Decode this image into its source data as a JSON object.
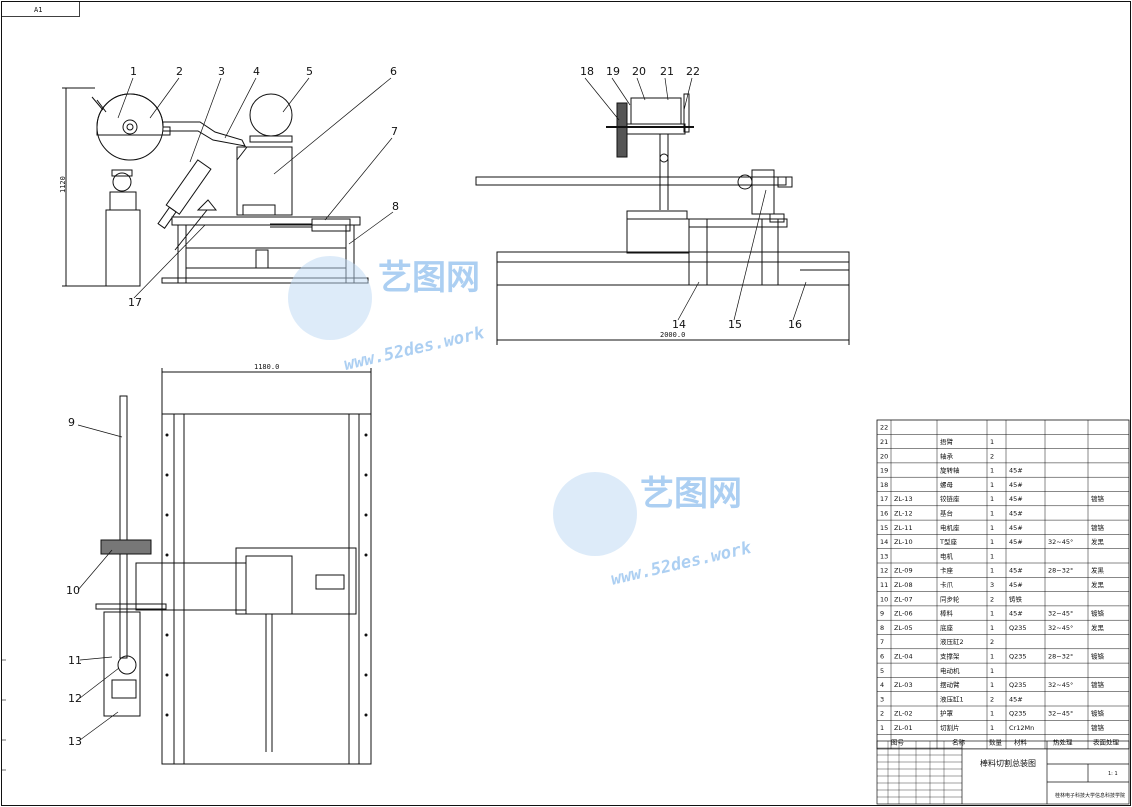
{
  "sheet": {
    "size_label": "A1",
    "overall_height": "1120",
    "overall_length": "2000.0",
    "plan_width": "1180.0"
  },
  "balloons": [
    "1",
    "2",
    "3",
    "4",
    "5",
    "6",
    "7",
    "8",
    "9",
    "10",
    "11",
    "12",
    "13",
    "14",
    "15",
    "16",
    "17",
    "18",
    "19",
    "20",
    "21",
    "22"
  ],
  "parts_list": {
    "rows": [
      {
        "no": "22",
        "code": "",
        "name": "",
        "qty": "",
        "material": "",
        "heat": "",
        "surface": ""
      },
      {
        "no": "21",
        "code": "",
        "name": "捂臂",
        "qty": "1",
        "material": "",
        "heat": "",
        "surface": ""
      },
      {
        "no": "20",
        "code": "",
        "name": "轴承",
        "qty": "2",
        "material": "",
        "heat": "",
        "surface": ""
      },
      {
        "no": "19",
        "code": "",
        "name": "旋转轴",
        "qty": "1",
        "material": "45#",
        "heat": "",
        "surface": ""
      },
      {
        "no": "18",
        "code": "",
        "name": "螺母",
        "qty": "1",
        "material": "45#",
        "heat": "",
        "surface": ""
      },
      {
        "no": "17",
        "code": "ZL-13",
        "name": "铰链座",
        "qty": "1",
        "material": "45#",
        "heat": "",
        "surface": "镀铬"
      },
      {
        "no": "16",
        "code": "ZL-12",
        "name": "基台",
        "qty": "1",
        "material": "45#",
        "heat": "",
        "surface": ""
      },
      {
        "no": "15",
        "code": "ZL-11",
        "name": "电机座",
        "qty": "1",
        "material": "45#",
        "heat": "",
        "surface": "镀铬"
      },
      {
        "no": "14",
        "code": "ZL-10",
        "name": "T型座",
        "qty": "1",
        "material": "45#",
        "heat": "32~45°",
        "surface": "发黑"
      },
      {
        "no": "13",
        "code": "",
        "name": "电机",
        "qty": "1",
        "material": "",
        "heat": "",
        "surface": ""
      },
      {
        "no": "12",
        "code": "ZL-09",
        "name": "卡座",
        "qty": "1",
        "material": "45#",
        "heat": "28~32°",
        "surface": "发黑"
      },
      {
        "no": "11",
        "code": "ZL-08",
        "name": "卡爪",
        "qty": "3",
        "material": "45#",
        "heat": "",
        "surface": "发黑"
      },
      {
        "no": "10",
        "code": "ZL-07",
        "name": "同步轮",
        "qty": "2",
        "material": "铸铁",
        "heat": "",
        "surface": ""
      },
      {
        "no": "9",
        "code": "ZL-06",
        "name": "棒料",
        "qty": "1",
        "material": "45#",
        "heat": "32~45°",
        "surface": "镀铬"
      },
      {
        "no": "8",
        "code": "ZL-05",
        "name": "底座",
        "qty": "1",
        "material": "Q235",
        "heat": "32~45°",
        "surface": "发黑"
      },
      {
        "no": "7",
        "code": "",
        "name": "液压缸2",
        "qty": "2",
        "material": "",
        "heat": "",
        "surface": ""
      },
      {
        "no": "6",
        "code": "ZL-04",
        "name": "支撑架",
        "qty": "1",
        "material": "Q235",
        "heat": "28~32°",
        "surface": "镀铬"
      },
      {
        "no": "5",
        "code": "",
        "name": "电动机",
        "qty": "1",
        "material": "",
        "heat": "",
        "surface": ""
      },
      {
        "no": "4",
        "code": "ZL-03",
        "name": "摆动臂",
        "qty": "1",
        "material": "Q235",
        "heat": "32~45°",
        "surface": "镀铬"
      },
      {
        "no": "3",
        "code": "",
        "name": "液压缸1",
        "qty": "2",
        "material": "45#",
        "heat": "",
        "surface": ""
      },
      {
        "no": "2",
        "code": "ZL-02",
        "name": "护罩",
        "qty": "1",
        "material": "Q235",
        "heat": "32~45°",
        "surface": "镀铬"
      },
      {
        "no": "1",
        "code": "ZL-01",
        "name": "切割片",
        "qty": "1",
        "material": "Cr12Mn",
        "heat": "",
        "surface": "镀铬"
      }
    ],
    "headers": [
      "图号",
      "名称",
      "数量",
      "材料",
      "热处理",
      "表面处理"
    ]
  },
  "title_block": {
    "title": "棒料切割总装图",
    "scale": "1: 1",
    "institution": "桂林电子科技大学信息科技学院"
  },
  "watermark": {
    "cn": "艺图网",
    "url": "www.52des.work"
  },
  "colors": {
    "line": "#111111",
    "watermark": "#6aa9e8"
  }
}
